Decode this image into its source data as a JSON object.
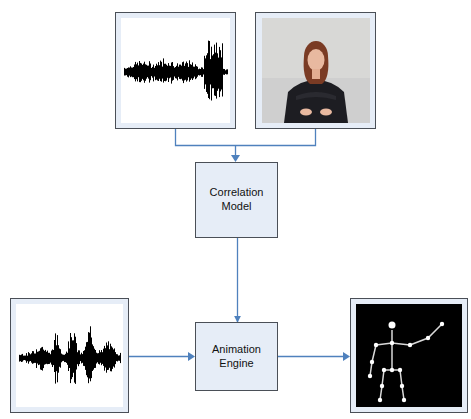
{
  "diagram": {
    "nodes": [
      {
        "text": [
          "Correlation Model"
        ]
      },
      {
        "text": [
          "Animation Engine"
        ]
      }
    ],
    "edges": [
      {
        "from": 0,
        "to": 1,
        "arrow": "to"
      }
    ]
  }
}
